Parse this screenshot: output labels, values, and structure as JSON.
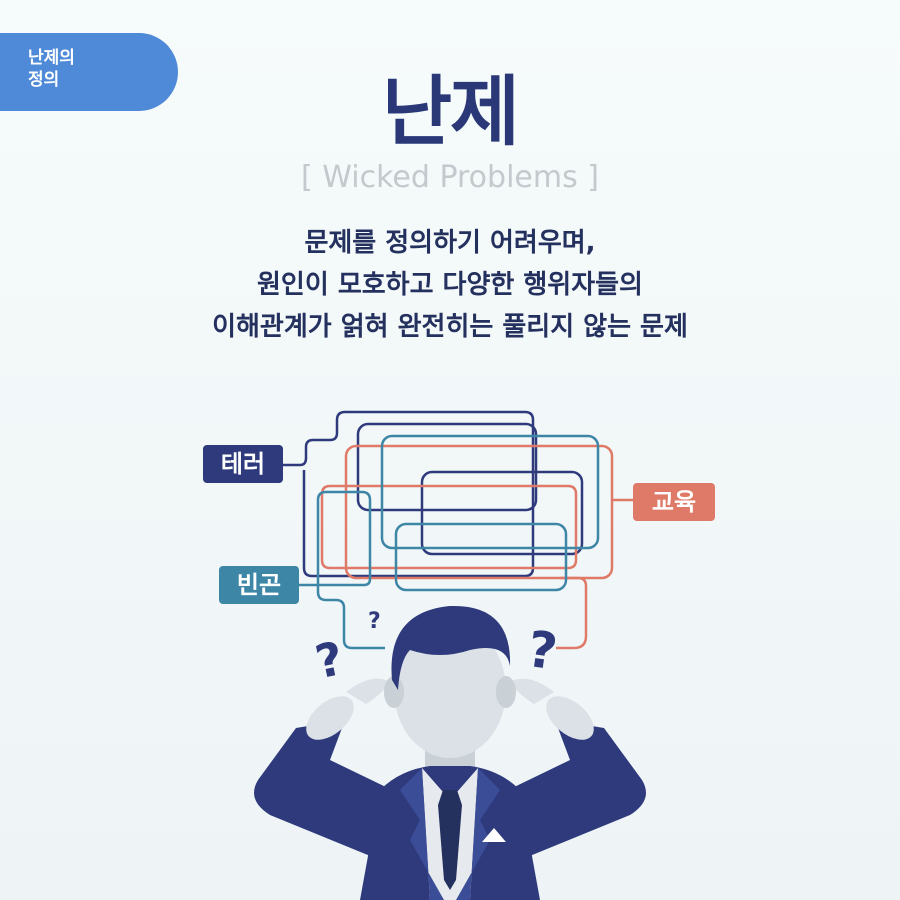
{
  "tag": {
    "line1": "난제의",
    "line2": "정의"
  },
  "title": "난제",
  "subtitle": "[ Wicked Problems ]",
  "description": [
    "문제를 정의하기 어려우며,",
    "원인이 모호하고 다양한 행위자들의",
    "이해관계가 얽혀 완전히는 풀리지 않는 문제"
  ],
  "labels": {
    "terror": "테러",
    "education": "교육",
    "poverty": "빈곤"
  },
  "question_marks": [
    "?",
    "?",
    "?"
  ],
  "colors": {
    "navy": "#2e3a7c",
    "salmon": "#e07a68",
    "teal": "#3e86a6",
    "accent_blue": "#4f8ad8",
    "skin": "#dbe1e6"
  }
}
